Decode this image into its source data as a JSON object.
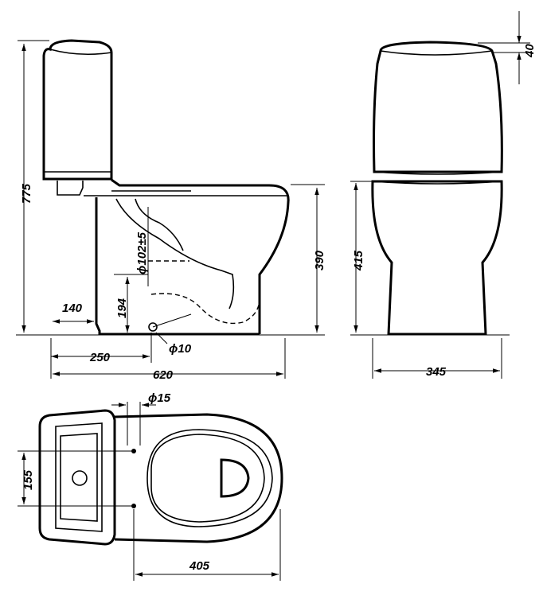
{
  "dimensions": {
    "height_total": "775",
    "lid_offset": "40",
    "bowl_height_side": "390",
    "bowl_height_front": "415",
    "floor_to_outlet": "194",
    "outlet_diameter": "ϕ102±5",
    "rear_offset": "140",
    "outlet_center": "250",
    "total_length": "620",
    "width_front": "345",
    "fixing_hole_diameter": "ϕ10",
    "top_hole_diameter": "ϕ15",
    "hole_spacing": "155",
    "hole_to_front": "405"
  }
}
